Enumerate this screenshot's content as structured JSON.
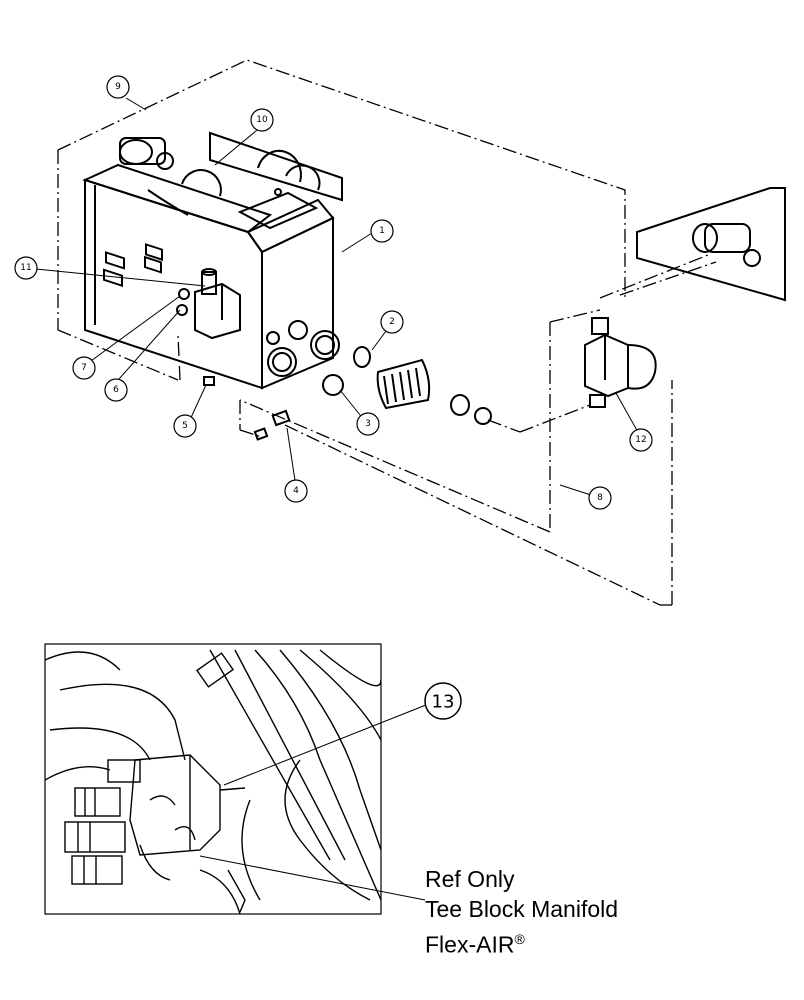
{
  "callouts": [
    {
      "num": "1"
    },
    {
      "num": "2"
    },
    {
      "num": "3"
    },
    {
      "num": "4"
    },
    {
      "num": "5"
    },
    {
      "num": "6"
    },
    {
      "num": "7"
    },
    {
      "num": "8"
    },
    {
      "num": "9"
    },
    {
      "num": "10"
    },
    {
      "num": "11"
    },
    {
      "num": "12"
    }
  ],
  "inset": {
    "callout_13": "13",
    "note": {
      "line1": "Ref Only",
      "line2": "Tee Block Manifold",
      "line3": "Flex-AIR",
      "trademark": "®"
    }
  }
}
